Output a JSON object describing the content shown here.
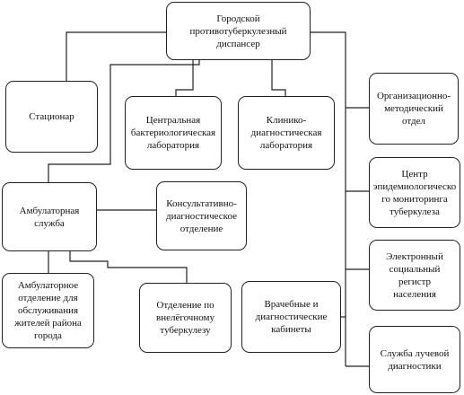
{
  "diagram": {
    "nodes": {
      "dispanser": "Городской\nпротивотуберкулезный\nдиспансер",
      "stacionar": "Стационар",
      "bakterio_lab": "Центральная\nбактериологическая\nлаборатория",
      "kliniko_lab": "Клинико-\nдиагностическая\nлаборатория",
      "org_method": "Организационно-\nметодический отдел",
      "ambulatory": "Амбулаторная\nслужба",
      "konsult": "Консультативно-\nдиагностическое\nотделение",
      "epid_center": "Центр\nэпидемиологическо\nго мониторинга\nтуберкулеза",
      "amb_otdel": "Амбулаторное\nотделение для\nобслуживания\nжителей района\nгорода",
      "vnelegoch": "Отделение по\nвнелёгочному\nтуберкулезу",
      "vrach_kabinety": "Врачебные и\nдиагностические\nкабинеты",
      "social_register": "Электронный\nсоциальный регистр\nнаселения",
      "luchevoy": "Служба лучевой\nдиагностики"
    }
  }
}
